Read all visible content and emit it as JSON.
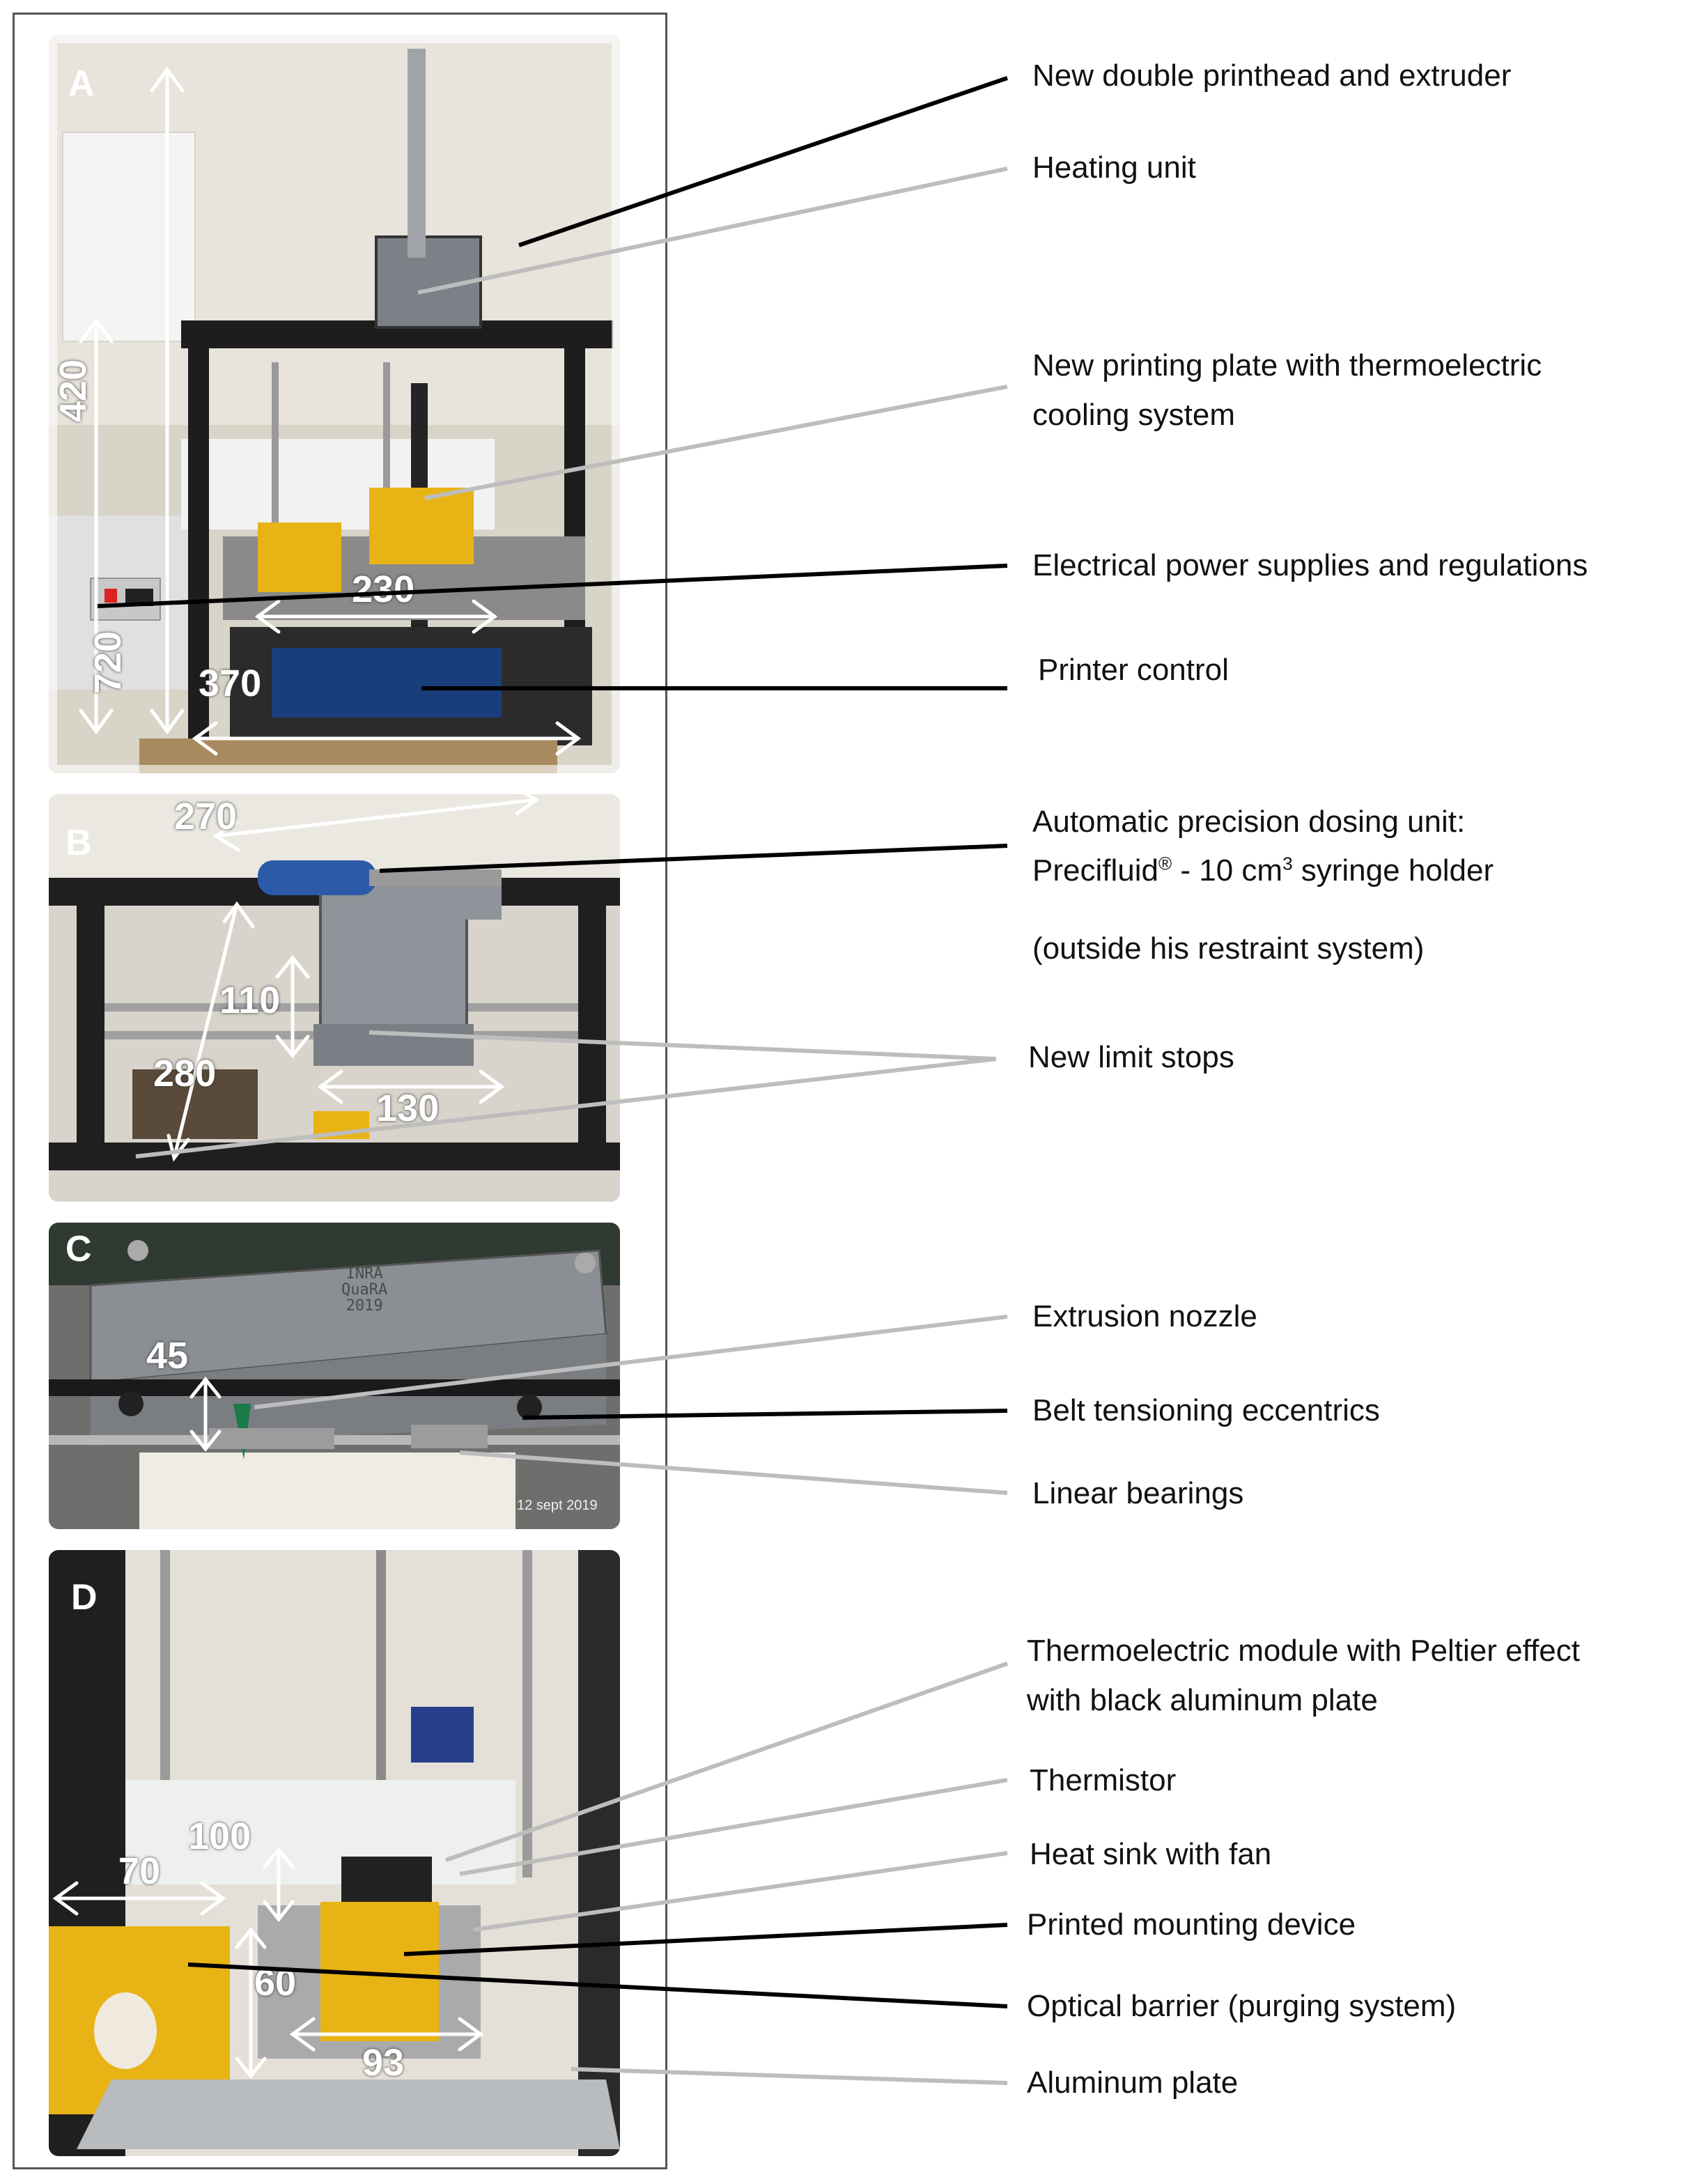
{
  "panels": {
    "A": {
      "letter": "A",
      "dims": [
        "420",
        "720",
        "230",
        "370"
      ]
    },
    "B": {
      "letter": "B",
      "dims": [
        "270",
        "110",
        "280",
        "130"
      ]
    },
    "C": {
      "letter": "C",
      "dims": [
        "45"
      ],
      "stamp": [
        "INRA",
        "QuaRA",
        "2019"
      ],
      "date": "12 sept 2019"
    },
    "D": {
      "letter": "D",
      "dims": [
        "100",
        "70",
        "60",
        "93"
      ]
    }
  },
  "labels": {
    "printhead": "New double printhead and extruder",
    "heating": "Heating unit",
    "plate_1": "New printing plate with thermoelectric",
    "plate_2": "cooling system",
    "power": "Electrical power supplies and regulations",
    "control": "Printer control",
    "dosing_1": "Automatic precision dosing unit:",
    "dosing_2a": "Precifluid",
    "dosing_2b": "®",
    "dosing_2c": " - 10 cm",
    "dosing_2d": "3",
    "dosing_2e": " syringe holder",
    "dosing_3": "(outside his restraint system)",
    "limit": "New limit stops",
    "nozzle": "Extrusion nozzle",
    "eccentrics": "Belt tensioning eccentrics",
    "bearings": "Linear bearings",
    "peltier_1": "Thermoelectric module with Peltier effect",
    "peltier_2": "with black aluminum plate",
    "thermistor": "Thermistor",
    "heatsink": "Heat sink with fan",
    "mounting": "Printed mounting device",
    "optical": "Optical barrier (purging system)",
    "aluminum": "Aluminum plate"
  },
  "colors": {
    "black_leader": "#000000",
    "grey_leader": "#bdbdbd",
    "dimension_arrow": "#ffffff"
  }
}
